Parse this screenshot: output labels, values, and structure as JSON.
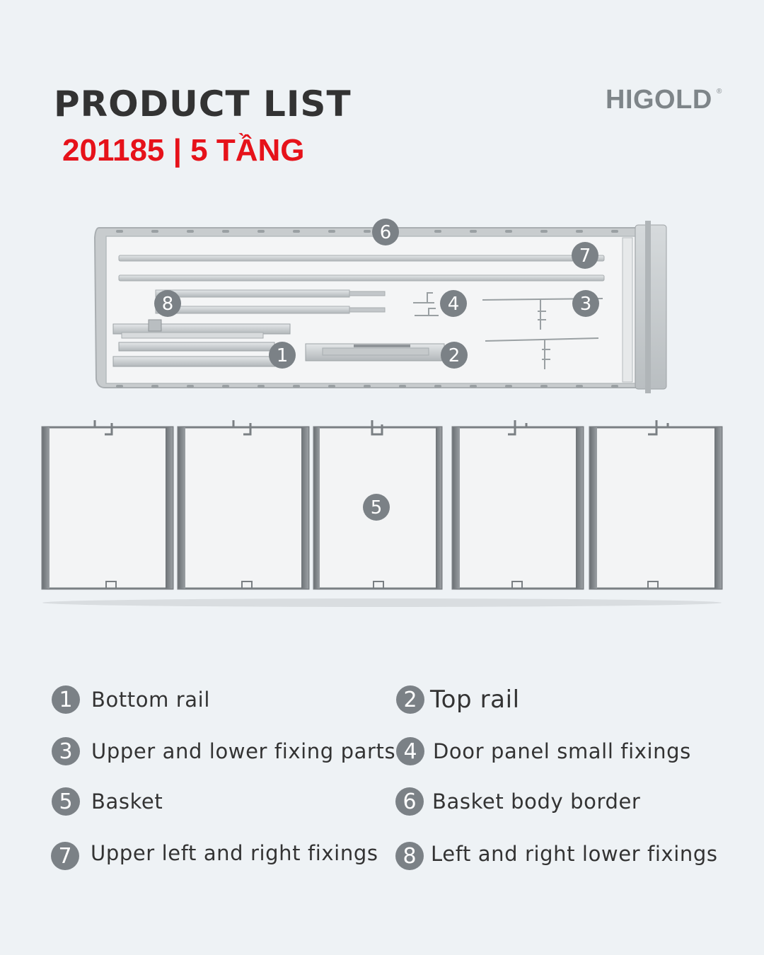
{
  "header": {
    "title": "PRODUCT LIST",
    "subtitle": "201185 | 5 TẦNG",
    "brand": "HIGOLD",
    "brand_mark": "®"
  },
  "callouts": {
    "c6": "6",
    "c7": "7",
    "c8": "8",
    "c4": "4",
    "c3": "3",
    "c1": "1",
    "c2": "2",
    "c5": "5"
  },
  "legend": {
    "items": [
      {
        "num": "1",
        "label": "Bottom rail"
      },
      {
        "num": "2",
        "label": "Top rail"
      },
      {
        "num": "3",
        "label": "Upper and lower fixing parts"
      },
      {
        "num": "4",
        "label": "Door panel small fixings"
      },
      {
        "num": "5",
        "label": "Basket"
      },
      {
        "num": "6",
        "label": "Basket body border"
      },
      {
        "num": "7",
        "label": "Upper left and right fixings"
      },
      {
        "num": "8",
        "label": "Left and right lower fixings"
      }
    ]
  },
  "colors": {
    "background": "#eef2f5",
    "accent": "#e6121a",
    "badge": "#7b8186",
    "text": "#333333"
  }
}
